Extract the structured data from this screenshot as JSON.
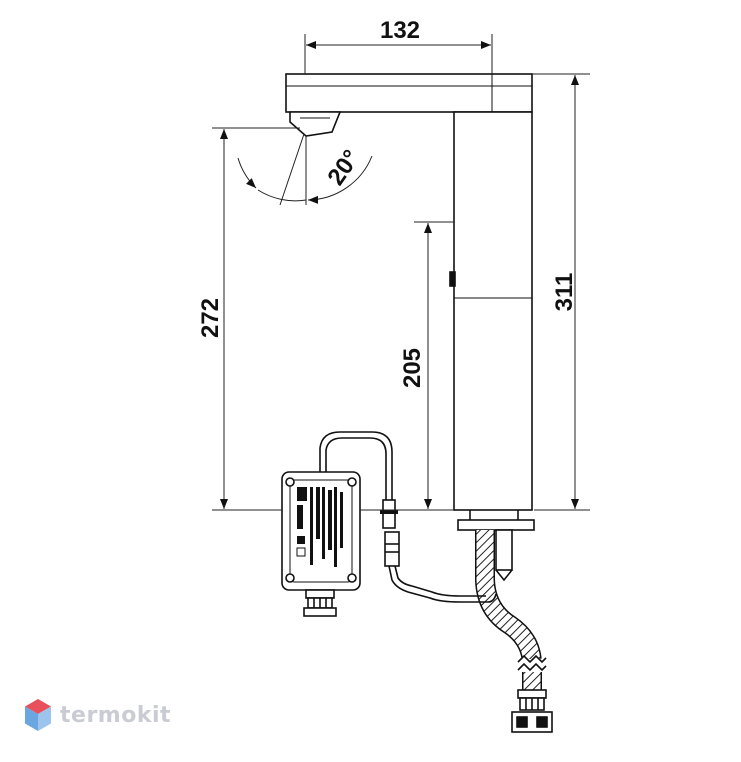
{
  "dimensions": {
    "top_width": "132",
    "total_height": "311",
    "spout_height": "272",
    "sensor_height": "205",
    "spout_angle": "20°"
  },
  "brand": {
    "name": "termokit",
    "logo_icon": "hexagon-logo-icon"
  },
  "colors": {
    "line": "#111111",
    "dim_line": "#222222",
    "logo_red": "#e8505b",
    "logo_blue": "#6aa6e0",
    "logo_text": "#c9ccd2"
  }
}
